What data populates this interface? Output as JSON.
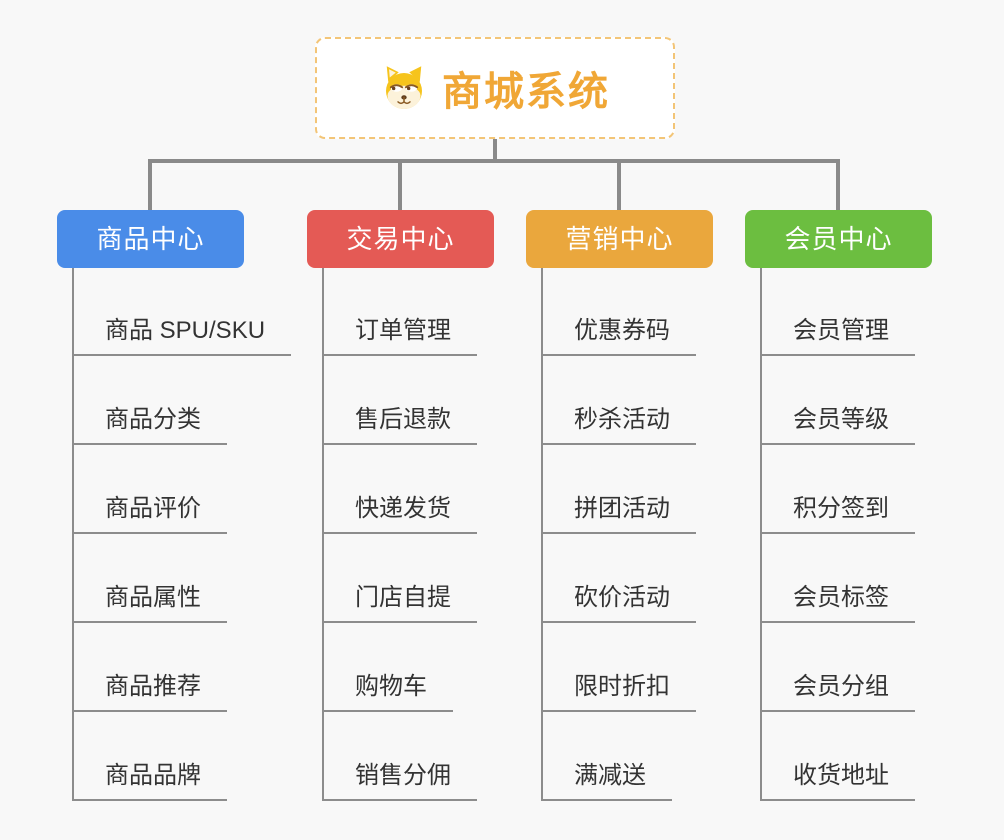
{
  "root": {
    "label": "商城系统",
    "icon": "dog-mascot",
    "accent_color": "#f0a736",
    "border_color": "#f3c577"
  },
  "colors": {
    "background": "#f8f8f8",
    "connector": "#8a8a8a",
    "subtopic_text": "#333333"
  },
  "branches": [
    {
      "label": "商品中心",
      "color": "#4a8ce8",
      "items": [
        "商品 SPU/SKU",
        "商品分类",
        "商品评价",
        "商品属性",
        "商品推荐",
        "商品品牌"
      ]
    },
    {
      "label": "交易中心",
      "color": "#e45a55",
      "items": [
        "订单管理",
        "售后退款",
        "快递发货",
        "门店自提",
        "购物车",
        "销售分佣"
      ]
    },
    {
      "label": "营销中心",
      "color": "#eaa73d",
      "items": [
        "优惠券码",
        "秒杀活动",
        "拼团活动",
        "砍价活动",
        "限时折扣",
        "满减送"
      ]
    },
    {
      "label": "会员中心",
      "color": "#6cbe40",
      "items": [
        "会员管理",
        "会员等级",
        "积分签到",
        "会员标签",
        "会员分组",
        "收货地址"
      ]
    }
  ]
}
